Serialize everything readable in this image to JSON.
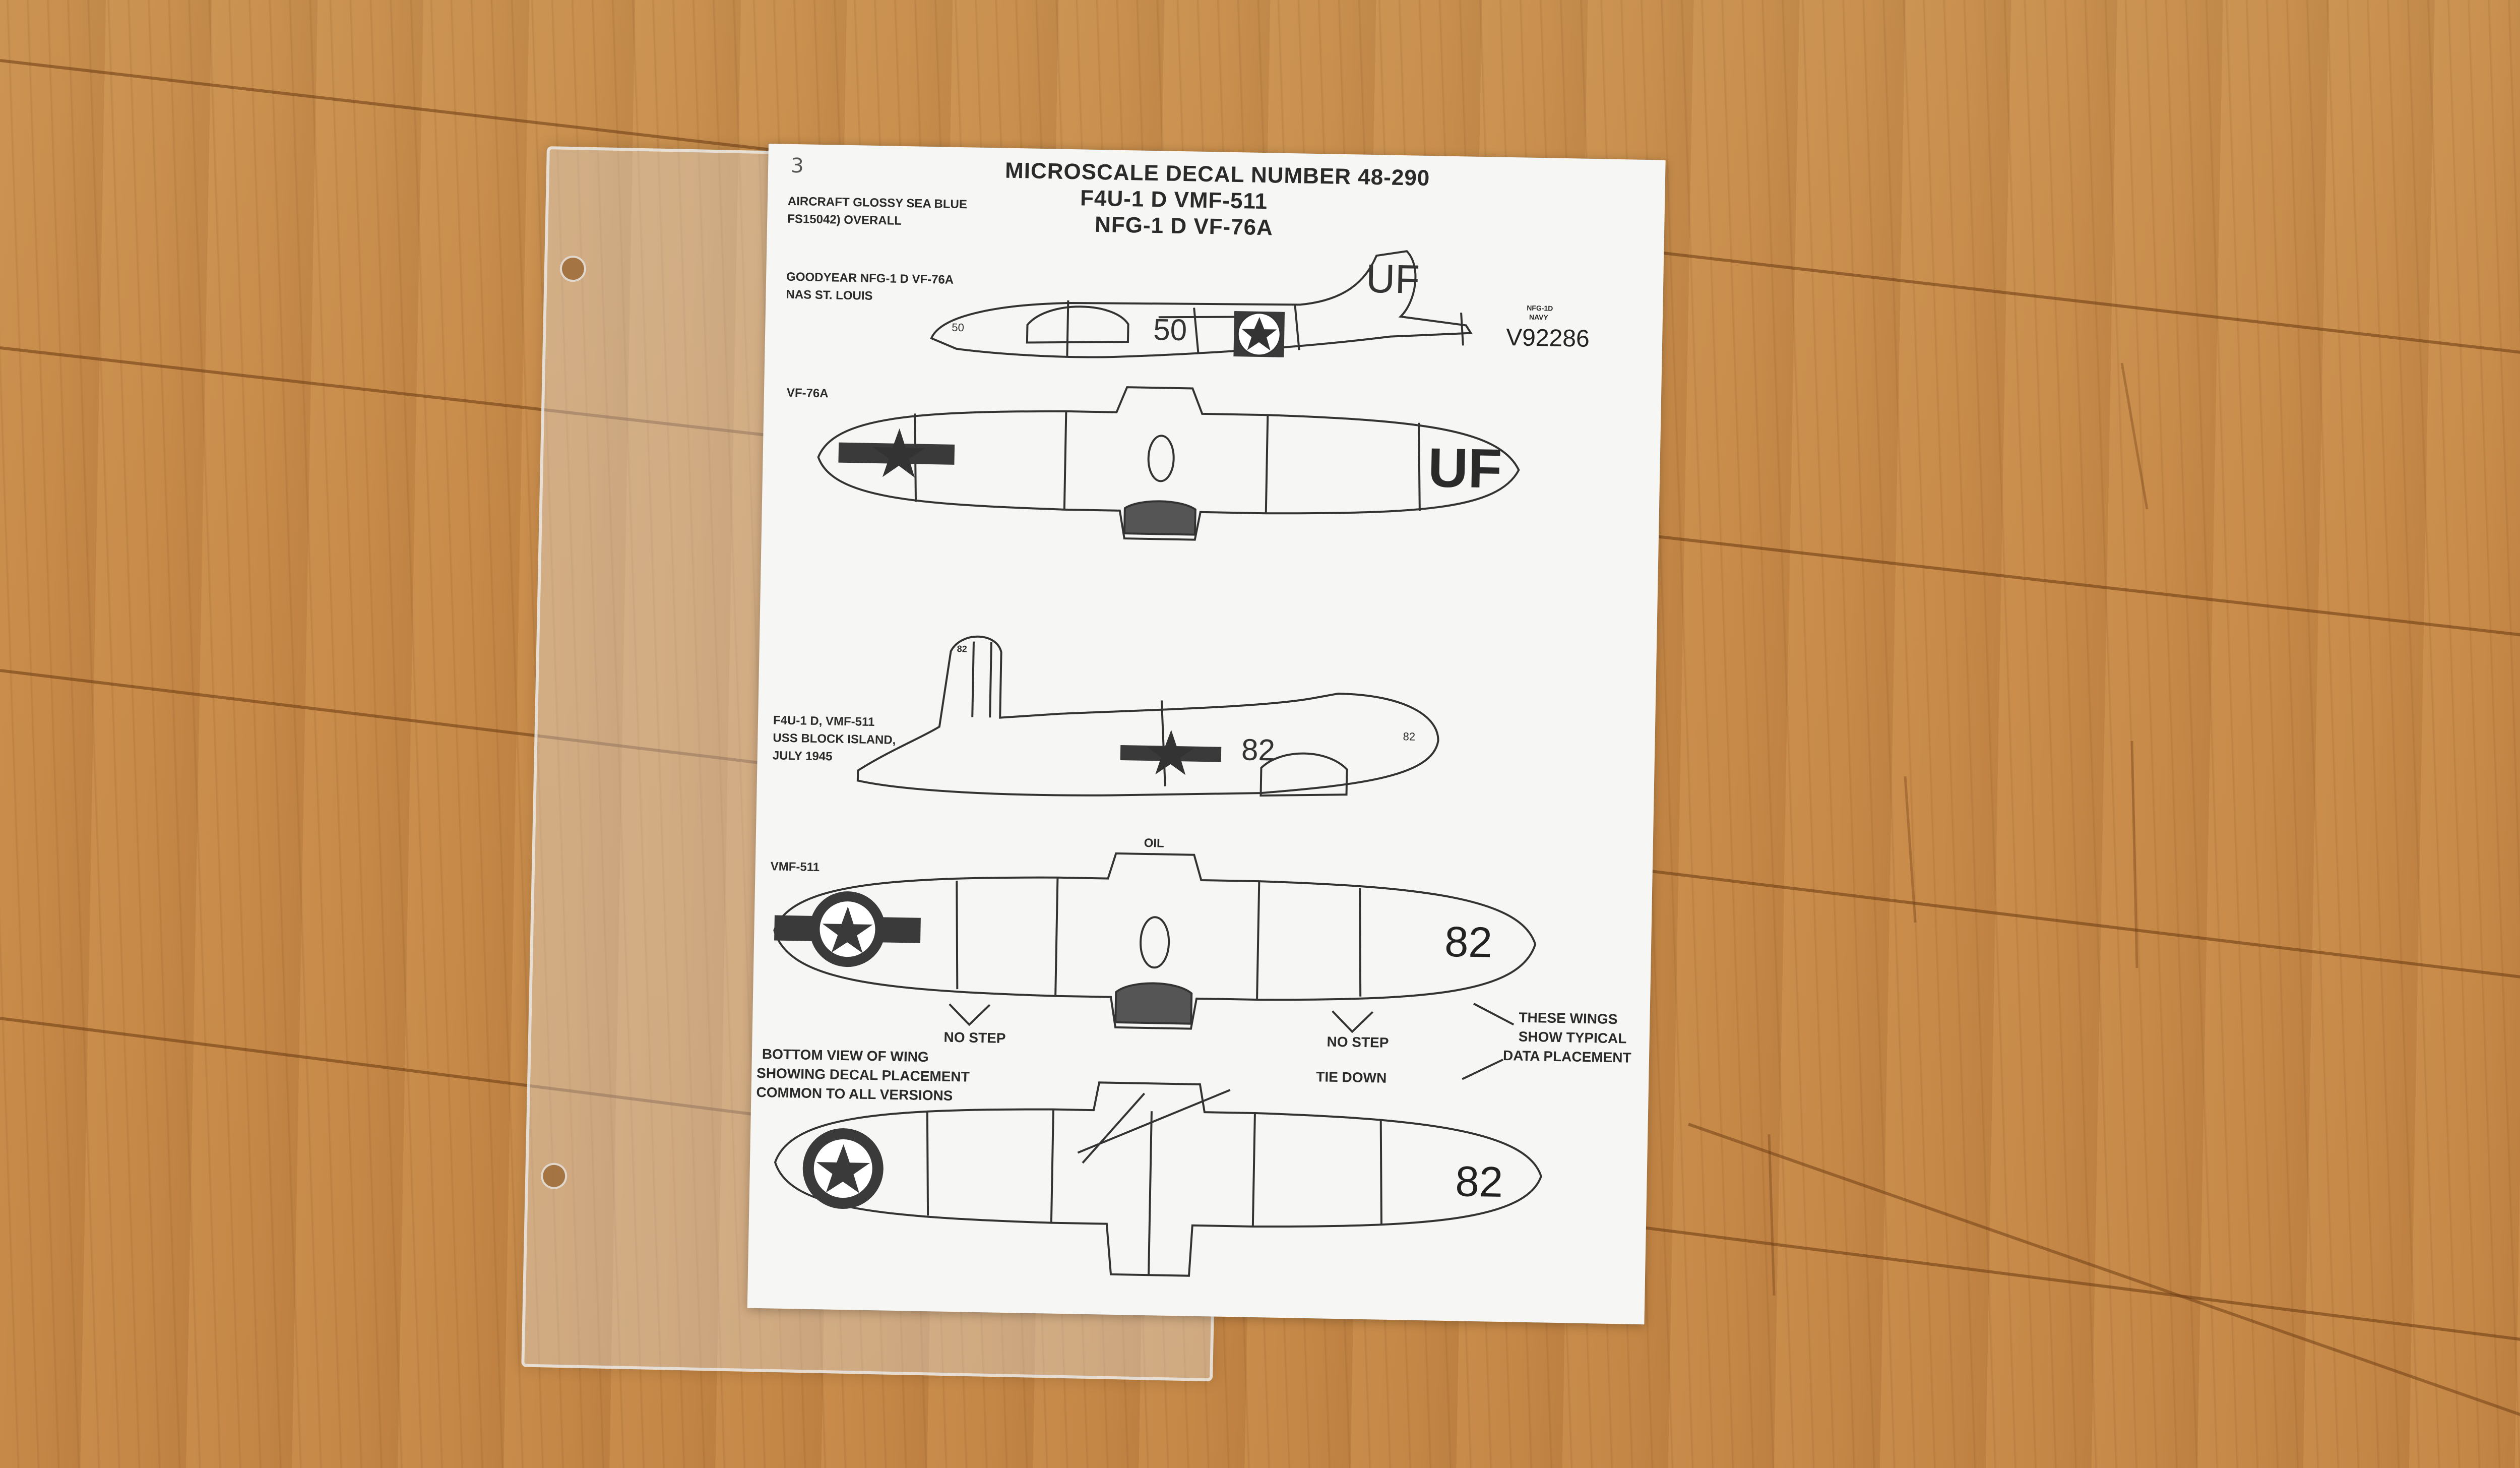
{
  "sheet": {
    "page_number": "3",
    "title": [
      "MICROSCALE DECAL NUMBER 48-290",
      "F4U-1 D VMF-511",
      "NFG-1 D VF-76A"
    ],
    "paint_note": [
      "AIRCRAFT GLOSSY SEA BLUE",
      "FS15042) OVERALL"
    ],
    "profile_1": {
      "caption": [
        "GOODYEAR NFG-1 D VF-76A",
        "NAS ST. LOUIS"
      ],
      "tail_code": "UF",
      "number": "50",
      "nose_number": "50",
      "serial": "V92286",
      "small_text": [
        "NFG-1D",
        "NAVY"
      ]
    },
    "wing_top_1": {
      "caption": "VF-76A",
      "wing_code": "UF"
    },
    "profile_2": {
      "caption": [
        "F4U-1 D, VMF-511",
        "USS BLOCK ISLAND,",
        "JULY 1945"
      ],
      "number": "82",
      "tail_small": "82",
      "nose_small": "82"
    },
    "wing_top_2": {
      "caption": "VMF-511",
      "oil_label": "OIL",
      "wing_number": "82",
      "no_step_labels": [
        "NO STEP",
        "NO STEP"
      ]
    },
    "wing_bottom": {
      "caption": [
        "BOTTOM VIEW OF WING",
        "SHOWING DECAL PLACEMENT",
        "COMMON TO ALL VERSIONS"
      ],
      "tie_down": "TIE DOWN",
      "wings_note": [
        "THESE WINGS",
        "SHOW TYPICAL",
        "DATA PLACEMENT"
      ],
      "wing_number": "82"
    }
  }
}
